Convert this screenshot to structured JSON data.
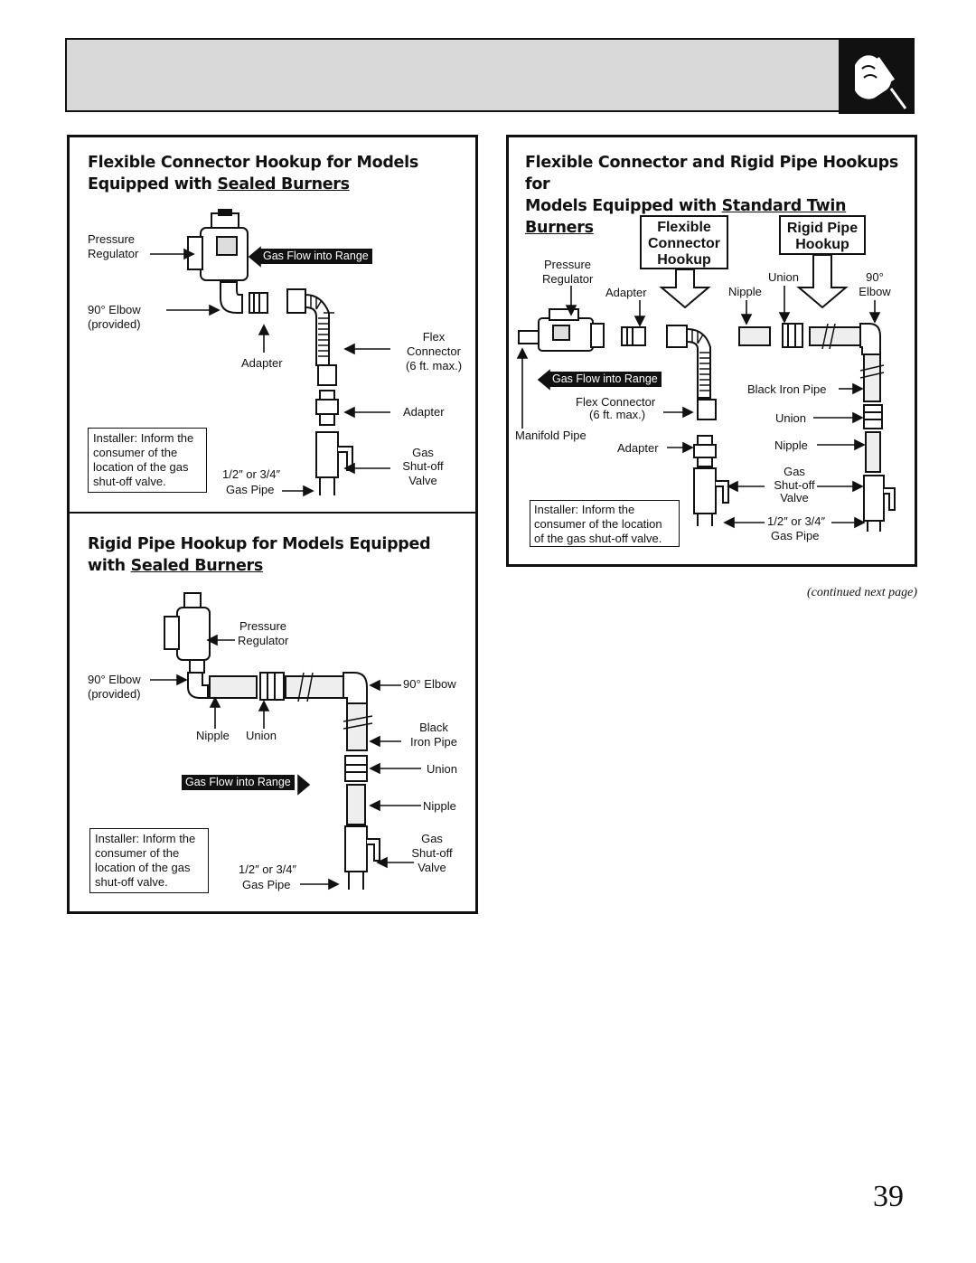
{
  "header": {
    "icon": "screwdriver-hand-icon"
  },
  "left_top": {
    "title_line1": "Flexible Connector Hookup for Models",
    "title_line2_prefix": "Equipped with ",
    "title_line2_underlined": "Sealed Burners",
    "labels": {
      "pressure": "Pressure",
      "regulator": "Regulator",
      "elbow": "90° Elbow",
      "provided": "(provided)",
      "flow": "Gas Flow into Range",
      "adapter1": "Adapter",
      "flex1": "Flex",
      "flex2": "Connector",
      "flex3": "(6 ft. max.)",
      "adapter2": "Adapter",
      "gas1": "Gas",
      "gas2": "Shut-off",
      "gas3": "Valve",
      "pipe1": "1/2″ or 3/4″",
      "pipe2": "Gas Pipe",
      "installer": "Installer: Inform the consumer of the location of the gas shut-off valve."
    }
  },
  "left_bottom": {
    "title_line1": "Rigid Pipe Hookup for Models Equipped",
    "title_line2_prefix": "with ",
    "title_line2_underlined": "Sealed Burners",
    "labels": {
      "pressure": "Pressure",
      "regulator": "Regulator",
      "elbow": "90° Elbow",
      "provided": "(provided)",
      "elbow_right": "90° Elbow",
      "nipple": "Nipple",
      "union": "Union",
      "black1": "Black",
      "black2": "Iron Pipe",
      "union_right": "Union",
      "flow": "Gas Flow into Range",
      "nipple_right": "Nipple",
      "gas1": "Gas",
      "gas2": "Shut-off",
      "gas3": "Valve",
      "pipe1": "1/2″ or 3/4″",
      "pipe2": "Gas Pipe",
      "installer": "Installer: Inform the consumer of the location of the gas shut-off valve."
    }
  },
  "right": {
    "title_line1": "Flexible Connector and Rigid Pipe Hookups for",
    "title_line2_prefix": "Models Equipped with ",
    "title_line2_underlined": "Standard Twin Burners",
    "flexible_box": [
      "Flexible",
      "Connector",
      "Hookup"
    ],
    "rigid_box": [
      "Rigid Pipe",
      "Hookup"
    ],
    "labels": {
      "pressure": "Pressure",
      "regulator": "Regulator",
      "adapter_top": "Adapter",
      "union_top": "Union",
      "nipple_top": "Nipple",
      "elbow_top1": "90°",
      "elbow_top2": "Elbow",
      "flow": "Gas Flow into Range",
      "black": "Black Iron Pipe",
      "flex1": "Flex Connector",
      "flex2": "(6 ft. max.)",
      "union_mid": "Union",
      "manifold": "Manifold Pipe",
      "adapter_low": "Adapter",
      "nipple_mid": "Nipple",
      "gas1": "Gas",
      "gas2": "Shut-off",
      "gas3": "Valve",
      "pipe1": "1/2″ or 3/4″",
      "pipe2": "Gas Pipe",
      "installer": "Installer: Inform the consumer of the location of the gas shut-off valve."
    }
  },
  "footer": {
    "continued": "(continued next page)",
    "page_number": "39"
  }
}
